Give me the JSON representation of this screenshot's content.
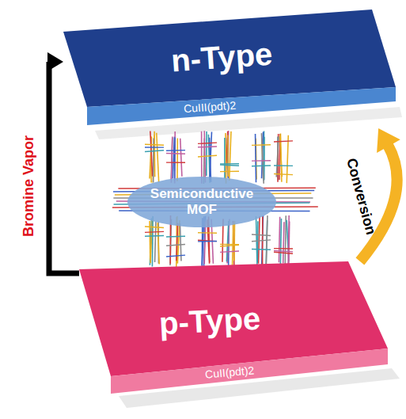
{
  "diagram": {
    "nodes": [
      {
        "text": [
          "n-Type",
          "CuIII(pdt)2"
        ]
      },
      {
        "text": [
          "Semiconductive MOF"
        ]
      },
      {
        "text": [
          "p-Type",
          "CuII(pdt)2"
        ]
      }
    ],
    "edges": [
      {
        "from": 2,
        "to": 0,
        "arrow": "to",
        "label": "Bromine Vapor"
      },
      {
        "from": 2,
        "to": 0,
        "arrow": "to",
        "label": "Conversion"
      }
    ]
  }
}
